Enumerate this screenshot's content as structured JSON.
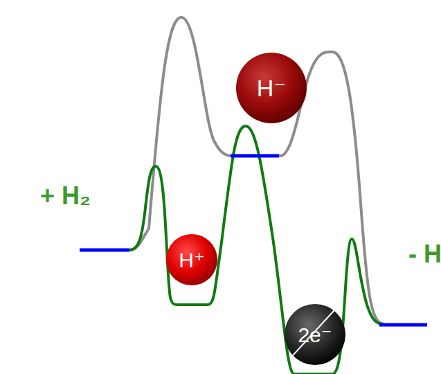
{
  "diagram": {
    "nodes": [
      {
        "text": [
          "H⁻"
        ]
      },
      {
        "text": [
          "H⁺"
        ]
      },
      {
        "text": [
          "2e⁻"
        ]
      }
    ],
    "labels": [
      "+ H₂",
      "- H"
    ]
  }
}
